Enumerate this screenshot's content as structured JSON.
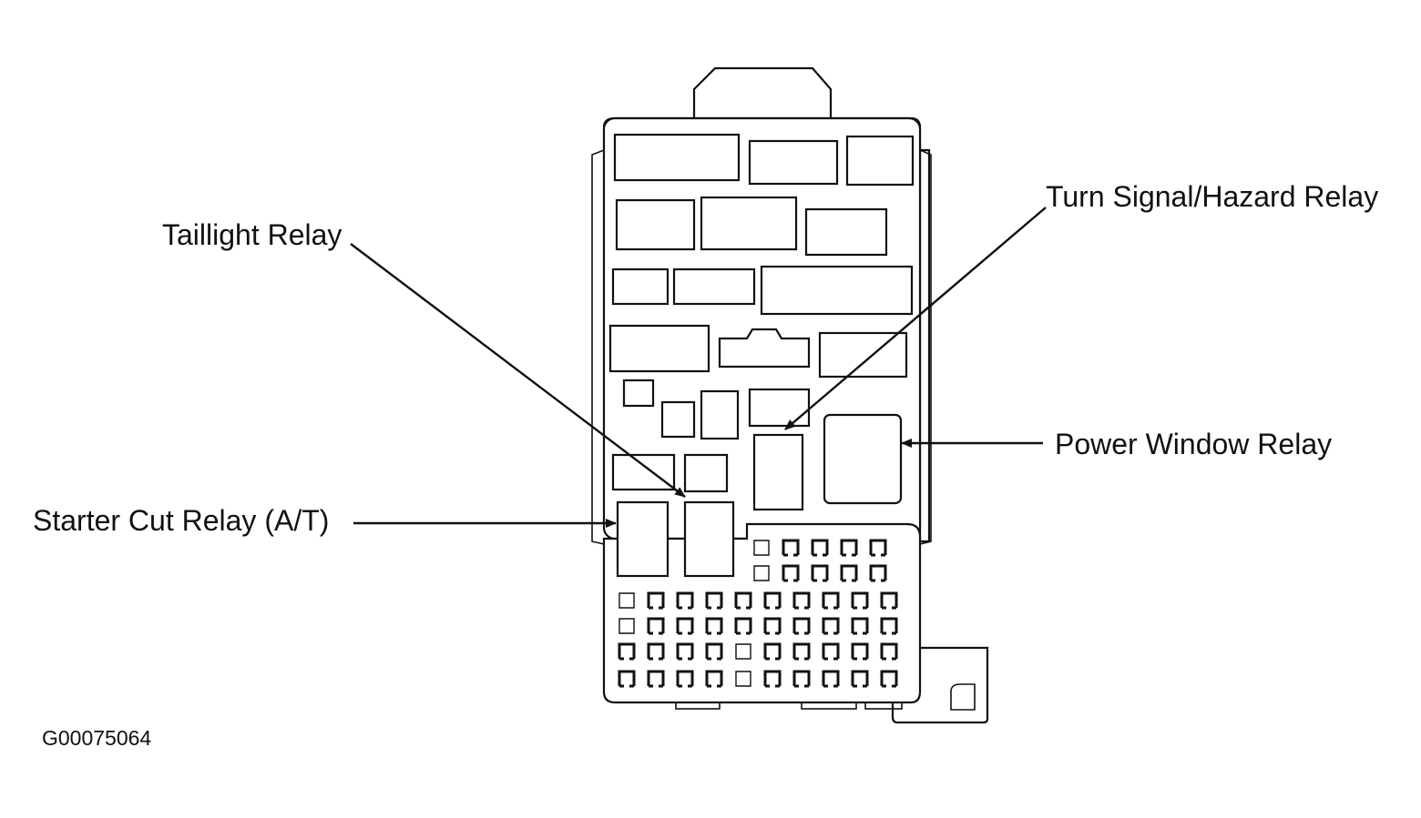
{
  "labels": {
    "taillight_relay": "Taillight Relay",
    "turn_signal_hazard_relay": "Turn Signal/Hazard Relay",
    "power_window_relay": "Power Window Relay",
    "starter_cut_relay": "Starter Cut Relay (A/T)"
  },
  "figure_code": "G00075064",
  "colors": {
    "ink": "#111111",
    "background": "#ffffff"
  }
}
